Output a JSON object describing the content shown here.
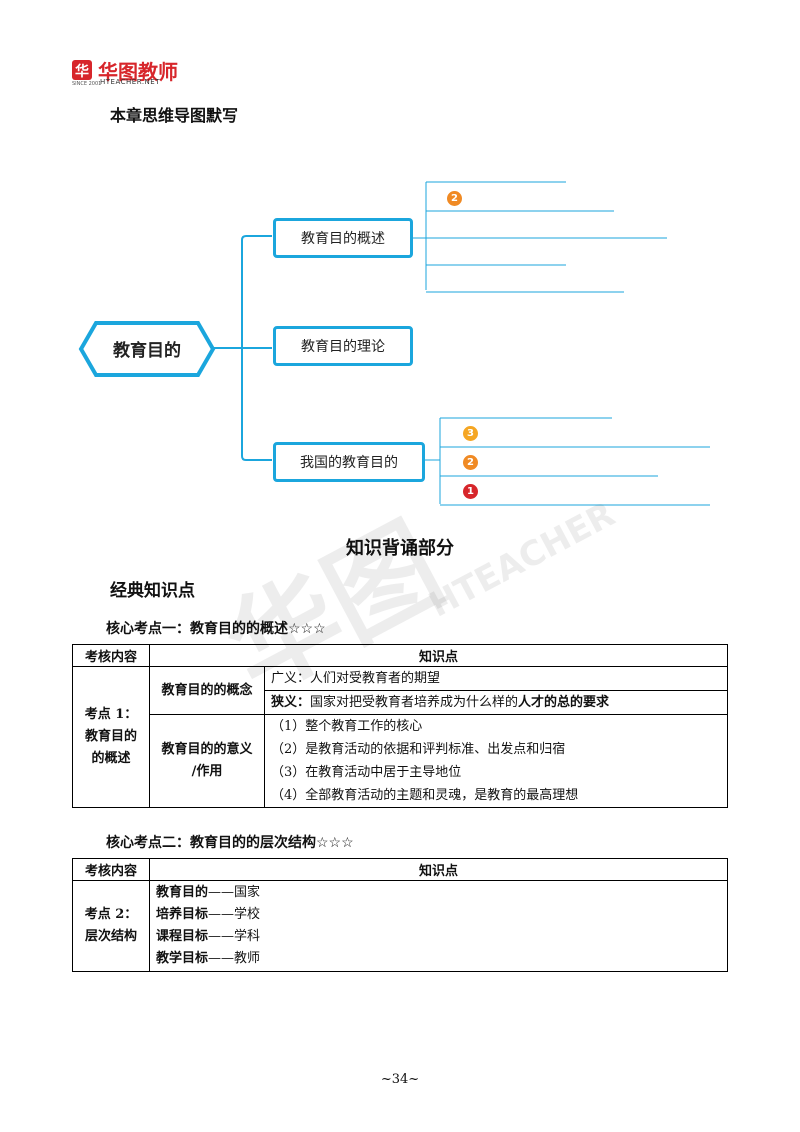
{
  "header": {
    "logo_mark": "华",
    "logo_sub": "SINCE 2001",
    "logo_text": "华图教师",
    "logo_en": "HTEACHER.NET"
  },
  "mindmap_heading": "本章思维导图默写",
  "mindmap": {
    "root": "教育目的",
    "branches": [
      {
        "label": "教育目的概述",
        "badges": [
          "2"
        ]
      },
      {
        "label": "教育目的理论",
        "badges": []
      },
      {
        "label": "我国的教育目的",
        "badges": [
          "3",
          "2",
          "1"
        ]
      }
    ],
    "colors": {
      "node_border": "#1ba6dd",
      "badge_orange": "#f08a24",
      "badge_red": "#d7262b"
    }
  },
  "watermark": {
    "main": "华图",
    "sub": "HTEACHER"
  },
  "section_title": "知识背诵部分",
  "classic_heading": "经典知识点",
  "point1": {
    "title": "核心考点一：教育目的的概述",
    "stars": "☆☆☆",
    "col_headers": [
      "考核内容",
      "知识点"
    ],
    "row_label": "考点 1：教育目的的概述",
    "row_label_lines": [
      "考点 1：",
      "教育目的",
      "的概述"
    ],
    "sub1": {
      "label": "教育目的的概念",
      "line1": "广义：人们对受教育者的期望",
      "line2_prefix": "狭义：",
      "line2_text": "国家对把受教育者培养成为什么样的",
      "line2_bold": "人才的总的要求"
    },
    "sub2": {
      "label_lines": [
        "教育目的的意义",
        "/作用"
      ],
      "items": [
        "（1）整个教育工作的核心",
        "（2）是教育活动的依据和评判标准、出发点和归宿",
        "（3）在教育活动中居于主导地位",
        "（4）全部教育活动的主题和灵魂，是教育的最高理想"
      ]
    }
  },
  "point2": {
    "title": "核心考点二：教育目的的层次结构",
    "stars": "☆☆☆",
    "col_headers": [
      "考核内容",
      "知识点"
    ],
    "row_label_lines": [
      "考点 2：",
      "层次结构"
    ],
    "items": [
      {
        "bold": "教育目的",
        "rest": "——国家"
      },
      {
        "bold": "培养目标",
        "rest": "——学校"
      },
      {
        "bold": "课程目标",
        "rest": "——学科"
      },
      {
        "bold": "教学目标",
        "rest": "——教师"
      }
    ]
  },
  "page_number": "~34~"
}
